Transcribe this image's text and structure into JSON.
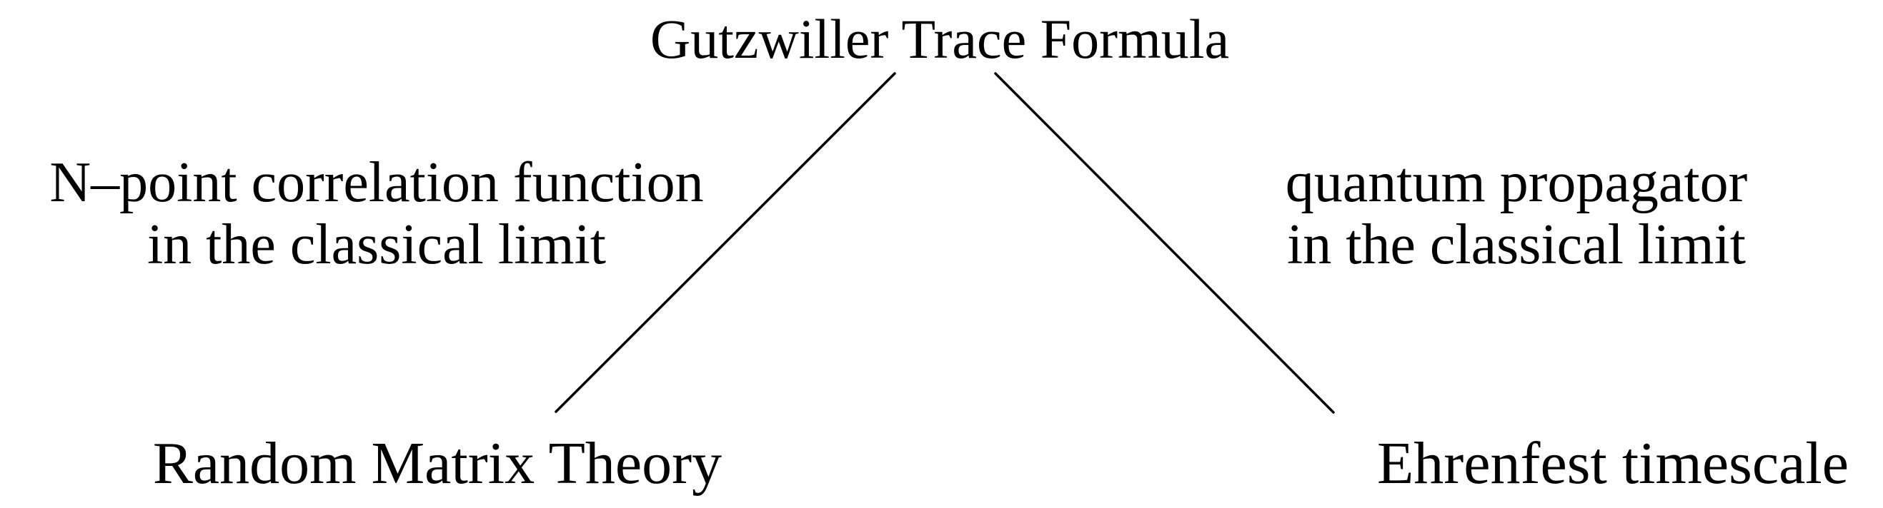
{
  "diagram": {
    "type": "concept-tree",
    "background_color": "#ffffff",
    "text_color": "#000000",
    "line_color": "#000000"
  },
  "nodes": {
    "top": {
      "label": "Gutzwiller Trace Formula"
    },
    "left_mid": {
      "line1": "N–point correlation function",
      "line2": "in the classical limit"
    },
    "right_mid": {
      "line1": "quantum propagator",
      "line2": "in the classical limit"
    },
    "bottom_left": {
      "label": "Random Matrix Theory"
    },
    "bottom_right": {
      "label": "Ehrenfest timescale"
    }
  },
  "edges": [
    {
      "from": "Gutzwiller Trace Formula",
      "to": "Random Matrix Theory",
      "via": "N–point correlation function in the classical limit"
    },
    {
      "from": "Gutzwiller Trace Formula",
      "to": "Ehrenfest timescale",
      "via": "quantum propagator in the classical limit"
    }
  ]
}
